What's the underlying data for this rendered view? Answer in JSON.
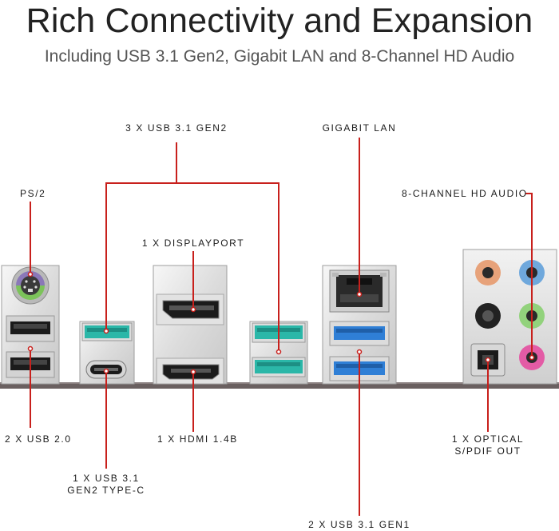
{
  "header": {
    "title": "Rich Connectivity and Expansion",
    "subtitle": "Including USB 3.1 Gen2, Gigabit LAN and 8-Channel HD Audio"
  },
  "labels": {
    "usb31_gen2": "3 X USB 3.1 GEN2",
    "gigabit_lan": "GIGABIT LAN",
    "ps2": "PS/2",
    "hd_audio": "8-CHANNEL HD AUDIO",
    "displayport": "1 X DISPLAYPORT",
    "usb20": "2 X USB 2.0",
    "hdmi": "1 X HDMI 1.4B",
    "optical_line1": "1 X OPTICAL",
    "optical_line2": "S/PDIF OUT",
    "typec_line1": "1 X USB 3.1",
    "typec_line2": "GEN2 TYPE-C",
    "usb31_gen1": "2 X USB 3.1 GEN1"
  },
  "colors": {
    "callout_line": "#c8201c",
    "usb31_gen2_teal": "#2bb7a8",
    "usb31_gen1_blue": "#2f7fd6",
    "ps2_purple": "#8a78b8",
    "ps2_green": "#7cc35a",
    "audio_orange": "#e7a27a",
    "audio_blue": "#6fa8dc",
    "audio_black": "#222222",
    "audio_gray": "#9a9a9a",
    "audio_green": "#92d27c",
    "audio_pink": "#e35ba5",
    "panel_silver": "#e6e6e6",
    "baseline": "#6a6060"
  }
}
